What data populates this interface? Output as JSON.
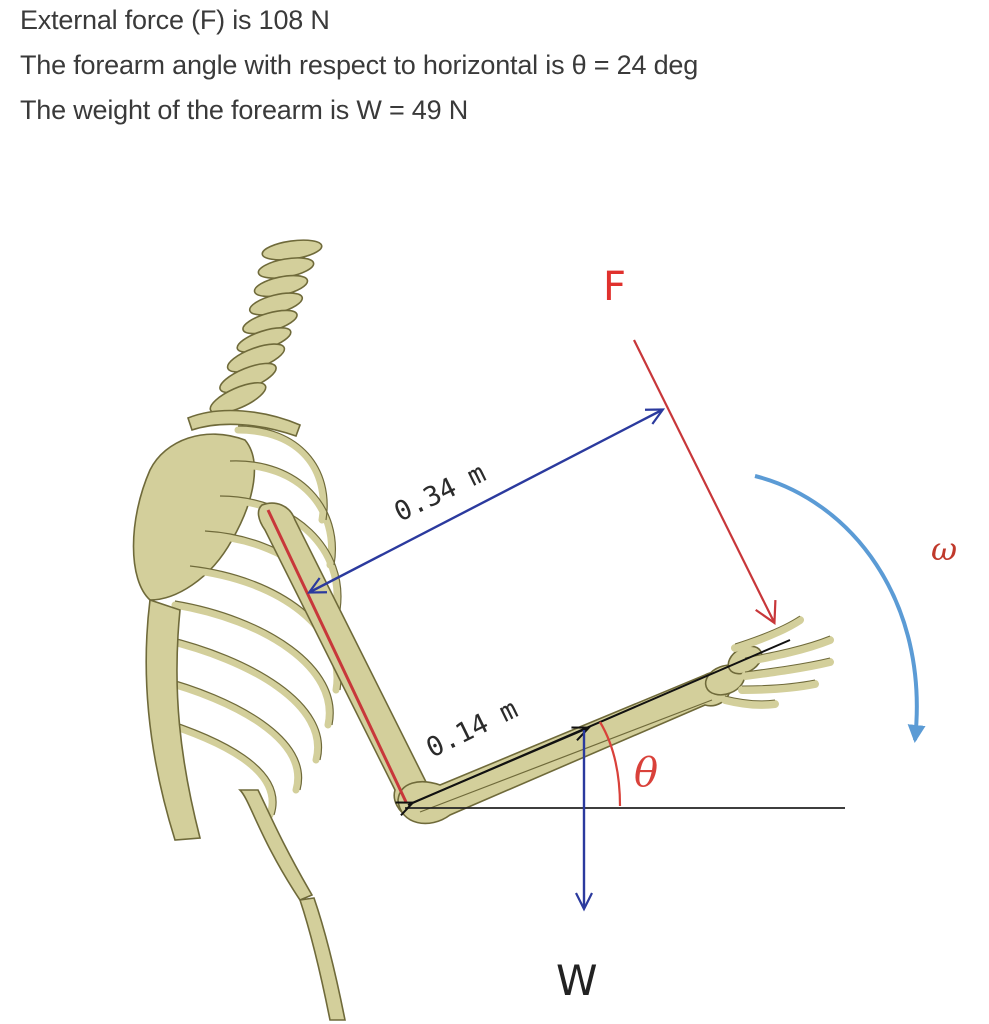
{
  "problem": {
    "lines": [
      "External force (F) is 108 N",
      "The forearm angle with respect to horizontal is θ = 24 deg",
      "The weight of the forearm is W = 49 N"
    ]
  },
  "diagram": {
    "labels": {
      "force": "F",
      "weight": "W",
      "angle": "θ",
      "angular_velocity": "ω",
      "moment_arm_force": "0.34 m",
      "moment_arm_weight": "0.14 m"
    },
    "colors": {
      "force_arrow": "#c8373a",
      "force_label": "#e0312d",
      "distance_arrow": "#2b3a9e",
      "weight_arrow": "#2b3a9e",
      "rotation_arrow": "#5b9bd5",
      "omega_label": "#c0392b",
      "theta_arc": "#d9413a",
      "forearm_line": "#111111",
      "upper_arm_line": "#c8373a",
      "bone": "#d3cf9b",
      "bone_outline": "#6f6a3a"
    }
  }
}
